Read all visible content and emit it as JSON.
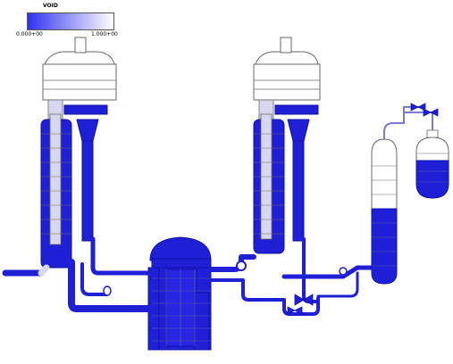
{
  "legend": {
    "title": "VOID",
    "min_label": "0.000+00",
    "max_label": "1.000+00",
    "color_min": "#3333ee",
    "color_max": "#ffffff"
  },
  "colors": {
    "liquid": "#1f1fd6",
    "liquid_dark": "#1212a8",
    "steam": "#ffffff",
    "light_void": "#d7d7ef",
    "outline": "#6a6a6a"
  },
  "components": {
    "steam_generator_a": {
      "liquid_level_fraction": 0.55
    },
    "steam_generator_b": {
      "liquid_level_fraction": 0.55
    },
    "pressurizer": {
      "liquid_level_fraction": 0.55
    },
    "accumulator_tank": {
      "liquid_level_fraction": 0.45
    }
  }
}
